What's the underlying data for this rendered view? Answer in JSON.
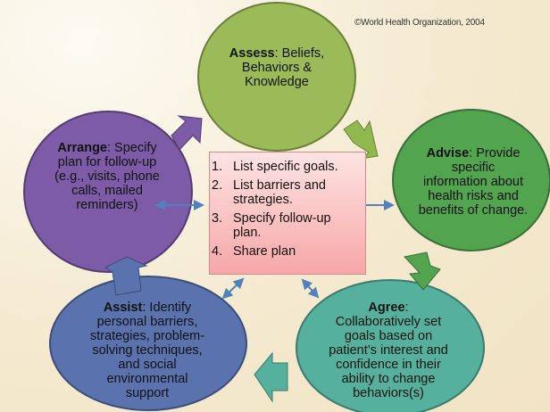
{
  "copyright": "©World Health Organization, 2004",
  "colors": {
    "assess": "#9bbb59",
    "advise": "#52a44f",
    "agree": "#56b09e",
    "assist": "#5a72ad",
    "arrange": "#7d5ba6",
    "box": "#f9bcbc",
    "connector": "#4f81bd"
  },
  "assess": {
    "title": "Assess",
    "lines": [
      ": Beliefs,",
      "Behaviors &",
      "Knowledge"
    ]
  },
  "advise": {
    "title": "Advise",
    "lines": [
      ": Provide",
      "specific",
      "information about",
      "health risks and",
      "benefits of change."
    ]
  },
  "agree": {
    "title": "Agree",
    "lines": [
      ":",
      "Collaboratively set",
      "goals based on",
      "patient’s interest and",
      "confidence in their",
      "ability to change",
      "behaviors(s)"
    ]
  },
  "assist": {
    "title": "Assist",
    "lines": [
      ": Identify",
      "personal barriers,",
      "strategies, problem-",
      "solving techniques,",
      "and social",
      "environmental",
      "support"
    ]
  },
  "arrange": {
    "title": "Arrange",
    "lines": [
      ": Specify",
      "plan for follow-up",
      "(e.g., visits, phone",
      "calls, mailed",
      "reminders)"
    ]
  },
  "plan_box": {
    "items": [
      {
        "num": "1.",
        "text": "List specific goals."
      },
      {
        "num": "2.",
        "text": "List barriers and strategies."
      },
      {
        "num": "3.",
        "text": "Specify follow-up plan."
      },
      {
        "num": "4.",
        "text": "Share plan"
      }
    ]
  }
}
